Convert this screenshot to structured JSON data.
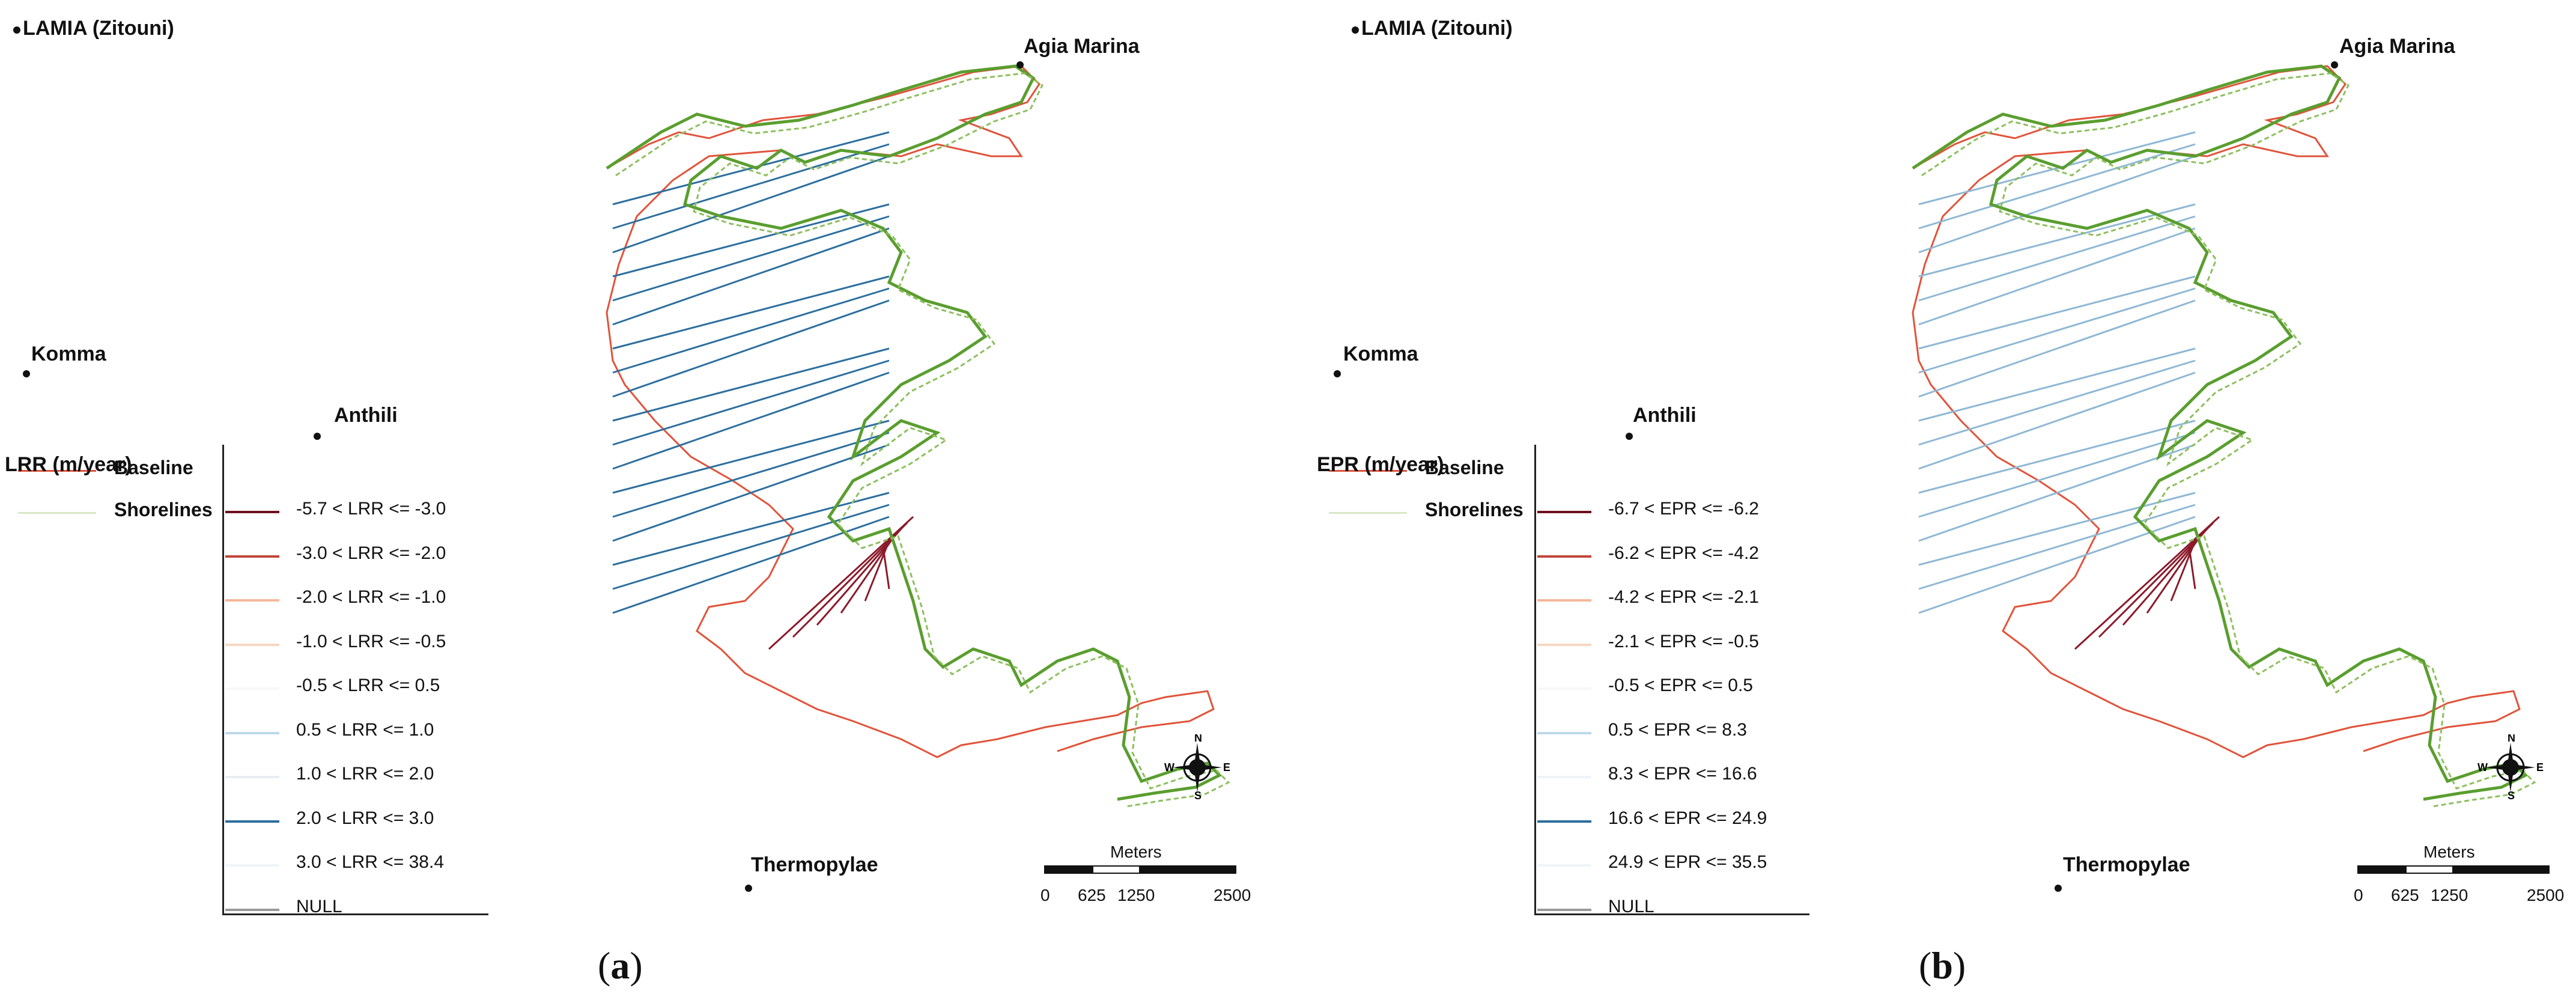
{
  "places": {
    "lamia": "LAMIA (Zitouni)",
    "agia_marina": "Agia Marina",
    "komma": "Komma",
    "anthili": "Anthili",
    "thermopylae": "Thermopylae"
  },
  "legend_common": {
    "baseline": "Baseline",
    "shorelines": "Shorelines",
    "baseline_color": "#e0533a",
    "shorelines_color": "#b9d6a0"
  },
  "panels": [
    {
      "caption_open": "(",
      "caption_letter": "a",
      "caption_close": ")",
      "legend_title": "LRR (m/year)",
      "classes": [
        {
          "label": "-5.7 < LRR <= -3.0",
          "color": "#6e1020"
        },
        {
          "label": "-3.0 < LRR <= -2.0",
          "color": "#c0463a"
        },
        {
          "label": "-2.0 < LRR <= -1.0",
          "color": "#f4b89a"
        },
        {
          "label": "-1.0 < LRR <= -0.5",
          "color": "#f6d7c0"
        },
        {
          "label": "-0.5 < LRR <= 0.5",
          "color": "#f7f7f7"
        },
        {
          "label": "0.5 < LRR <= 1.0",
          "color": "#bcd9e8"
        },
        {
          "label": "1.0 < LRR <= 2.0",
          "color": "#e6eef3"
        },
        {
          "label": "2.0 < LRR <= 3.0",
          "color": "#2d6f9e"
        },
        {
          "label": "3.0 < LRR <= 38.4",
          "color": "#f0f4f8"
        },
        {
          "label": "NULL",
          "color": "#9a9a9a"
        }
      ],
      "transect_color": "#2d6f9e"
    },
    {
      "caption_open": "(",
      "caption_letter": "b",
      "caption_close": ")",
      "legend_title": "EPR (m/year)",
      "classes": [
        {
          "label": "-6.7 < EPR <= -6.2",
          "color": "#6e1020"
        },
        {
          "label": "-6.2 < EPR <= -4.2",
          "color": "#c0463a"
        },
        {
          "label": "-4.2 < EPR <= -2.1",
          "color": "#f4b89a"
        },
        {
          "label": "-2.1 < EPR <= -0.5",
          "color": "#f6d7c0"
        },
        {
          "label": "-0.5 < EPR <= 0.5",
          "color": "#f7f7f7"
        },
        {
          "label": "0.5 < EPR <= 8.3",
          "color": "#bcd9e8"
        },
        {
          "label": "8.3 < EPR <= 16.6",
          "color": "#eef3f7"
        },
        {
          "label": "16.6 < EPR <= 24.9",
          "color": "#2d6f9e"
        },
        {
          "label": "24.9 < EPR <= 35.5",
          "color": "#f0f4f8"
        },
        {
          "label": "NULL",
          "color": "#9a9a9a"
        }
      ],
      "transect_color": "#8fb8d4"
    }
  ],
  "scale": {
    "title": "Meters",
    "ticks": [
      "0",
      "625",
      "1250",
      "2500"
    ]
  },
  "compass": {
    "n": "N",
    "s": "S",
    "e": "E",
    "w": "W"
  },
  "colors": {
    "coast": "#5a9e2f",
    "coast_light": "#8dbf5e",
    "baseline": "#e0533a"
  }
}
